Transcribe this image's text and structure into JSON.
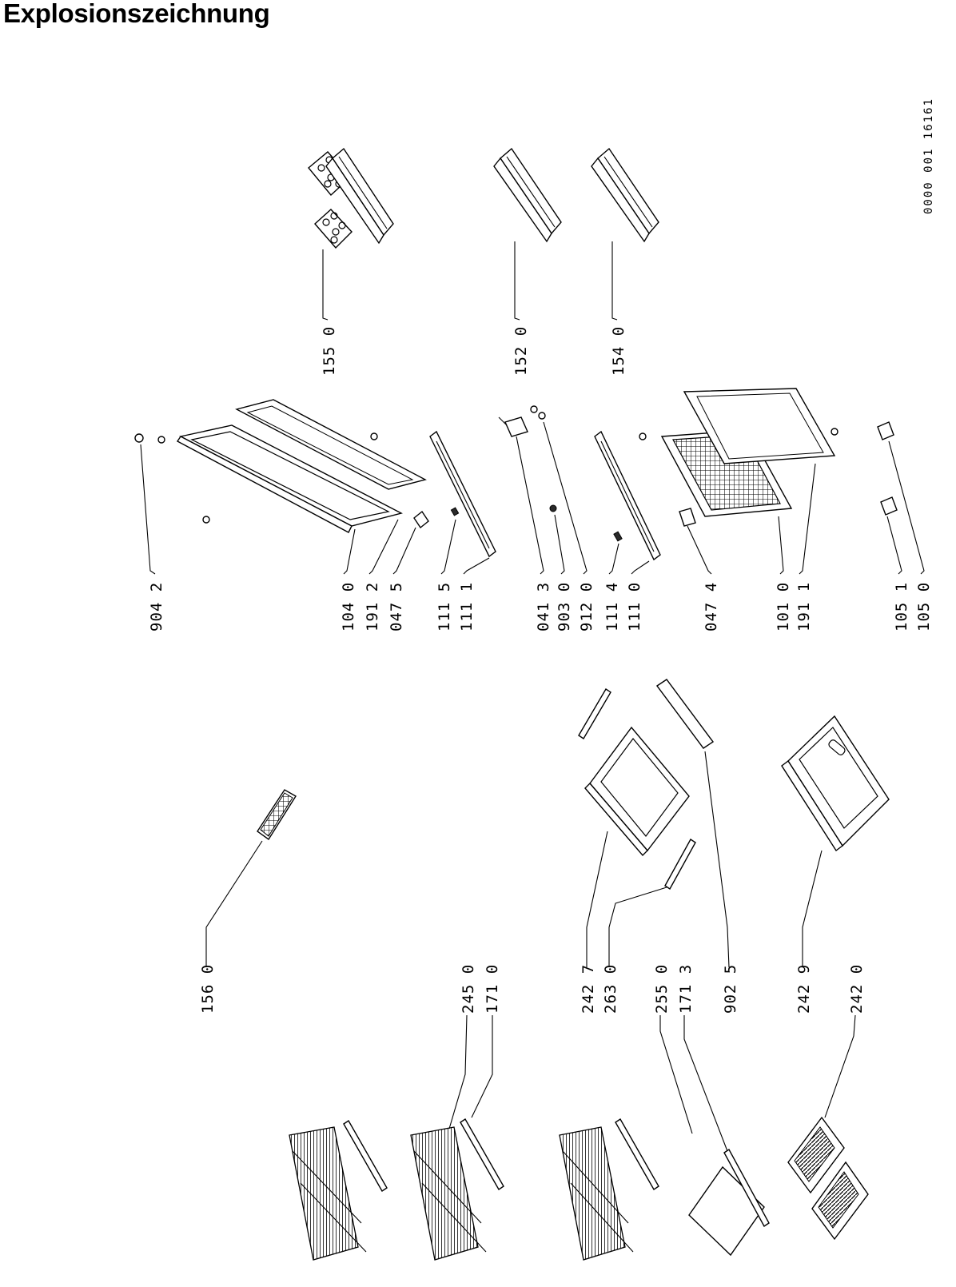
{
  "title": "Explosionszeichnung",
  "doc_number": "0000 001 16161",
  "labels": {
    "l1550": "155 0",
    "l1520": "152 0",
    "l1540": "154 0",
    "l9042": "904 2",
    "l1040": "104 0",
    "l1912": "191 2",
    "l0475": "047 5",
    "l1115": "111 5",
    "l1111": "111 1",
    "l0413": "041 3",
    "l9030": "903 0",
    "l9120": "912 0",
    "l1114": "111 4",
    "l1110": "111 0",
    "l0474": "047 4",
    "l1010": "101 0",
    "l1911": "191 1",
    "l1051": "105 1",
    "l1050": "105 0",
    "l1560": "156 0",
    "l2450": "245 0",
    "l1710": "171 0",
    "l2427": "242 7",
    "l2630": "263 0",
    "l2550": "255 0",
    "l1713": "171 3",
    "l9025": "902 5",
    "l2429": "242 9",
    "l2420": "242 0"
  }
}
